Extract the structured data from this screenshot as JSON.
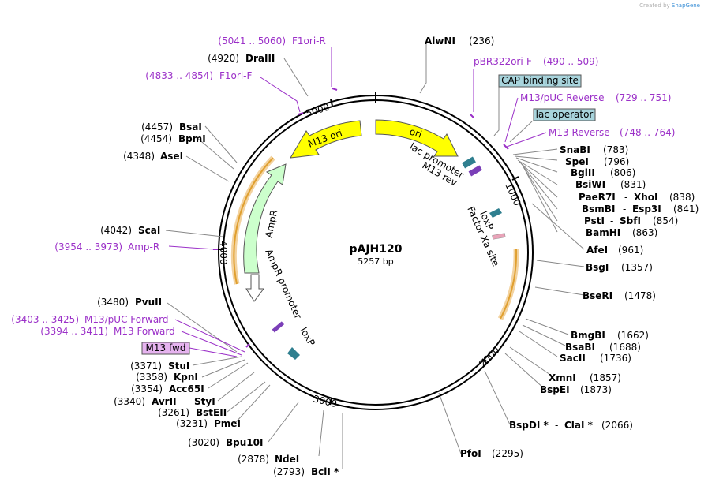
{
  "credit": {
    "prefix": "Created by",
    "brand": "SnapGene"
  },
  "plasmid": {
    "name": "pAJH120",
    "length": "5257 bp"
  },
  "ruler": [
    "1000",
    "2000",
    "3000",
    "4000",
    "5000"
  ],
  "colors": {
    "backbone": "#000000",
    "feature_label": "#9b30c8",
    "ori": "#ffff00",
    "ampr": "#ccffcc",
    "orf": "#f0c080",
    "lox": "#2f7f8f"
  },
  "sites": [
    {
      "id": "alwni",
      "name": "AlwNI",
      "pos": "(236)"
    },
    {
      "id": "snabi",
      "name": "SnaBI",
      "pos": "(783)"
    },
    {
      "id": "spei",
      "name": "SpeI",
      "pos": "(796)"
    },
    {
      "id": "bglii",
      "name": "BglII",
      "pos": "(806)"
    },
    {
      "id": "bsiwi",
      "name": "BsiWI",
      "pos": "(831)"
    },
    {
      "id": "paer7i",
      "name": "PaeR7I",
      "name2": "XhoI",
      "pos": "(838)"
    },
    {
      "id": "bsmbi",
      "name": "BsmBI",
      "name2": "Esp3I",
      "pos": "(841)"
    },
    {
      "id": "psti",
      "name": "PstI",
      "name2": "SbfI",
      "pos": "(854)"
    },
    {
      "id": "bamhi",
      "name": "BamHI",
      "pos": "(863)"
    },
    {
      "id": "afei",
      "name": "AfeI",
      "pos": "(961)"
    },
    {
      "id": "bsgi",
      "name": "BsgI",
      "pos": "(1357)"
    },
    {
      "id": "bseri",
      "name": "BseRI",
      "pos": "(1478)"
    },
    {
      "id": "bmgbi",
      "name": "BmgBI",
      "pos": "(1662)"
    },
    {
      "id": "bsabi",
      "name": "BsaBI",
      "pos": "(1688)"
    },
    {
      "id": "sacii",
      "name": "SacII",
      "pos": "(1736)"
    },
    {
      "id": "xmni",
      "name": "XmnI",
      "pos": "(1857)"
    },
    {
      "id": "bspei",
      "name": "BspEI",
      "pos": "(1873)"
    },
    {
      "id": "bspdi",
      "name": "BspDI *",
      "name2": "ClaI *",
      "pos": "(2066)"
    },
    {
      "id": "pfoi",
      "name": "PfoI",
      "pos": "(2295)"
    },
    {
      "id": "bcli",
      "name": "BclI *",
      "pos": "(2793)"
    },
    {
      "id": "ndei",
      "name": "NdeI",
      "pos": "(2878)"
    },
    {
      "id": "bpu10i",
      "name": "Bpu10I",
      "pos": "(3020)"
    },
    {
      "id": "pmei",
      "name": "PmeI",
      "pos": "(3231)"
    },
    {
      "id": "bsteii",
      "name": "BstEII",
      "pos": "(3261)"
    },
    {
      "id": "avrii",
      "name": "AvrII",
      "name2": "StyI",
      "pos": "(3340)"
    },
    {
      "id": "acc65i",
      "name": "Acc65I",
      "pos": "(3354)"
    },
    {
      "id": "kpni",
      "name": "KpnI",
      "pos": "(3358)"
    },
    {
      "id": "stui",
      "name": "StuI",
      "pos": "(3371)"
    },
    {
      "id": "pvuii",
      "name": "PvuII",
      "pos": "(3480)"
    },
    {
      "id": "scai",
      "name": "ScaI",
      "pos": "(4042)"
    },
    {
      "id": "asei",
      "name": "AseI",
      "pos": "(4348)"
    },
    {
      "id": "bpmi",
      "name": "BpmI",
      "pos": "(4454)"
    },
    {
      "id": "bsai",
      "name": "BsaI",
      "pos": "(4457)"
    },
    {
      "id": "draiii",
      "name": "DraIII",
      "pos": "(4920)"
    }
  ],
  "primers": [
    {
      "id": "f1ori-r",
      "name": "F1ori-R",
      "range": "(5041 .. 5060)"
    },
    {
      "id": "f1ori-f",
      "name": "F1ori-F",
      "range": "(4833 .. 4854)"
    },
    {
      "id": "pbr322ori-f",
      "name": "pBR322ori-F",
      "range": "(490 .. 509)"
    },
    {
      "id": "m13puc-rev",
      "name": "M13/pUC Reverse",
      "range": "(729 .. 751)"
    },
    {
      "id": "m13-rev",
      "name": "M13 Reverse",
      "range": "(748 .. 764)"
    },
    {
      "id": "amp-r",
      "name": "Amp-R",
      "range": "(3954 .. 3973)"
    },
    {
      "id": "m13puc-fwd",
      "name": "M13/pUC Forward",
      "range": "(3403 .. 3425)"
    },
    {
      "id": "m13-fwd",
      "name": "M13 Forward",
      "range": "(3394 .. 3411)"
    }
  ],
  "boxed": [
    {
      "id": "cap",
      "label": "CAP binding site"
    },
    {
      "id": "lacop",
      "label": "lac operator"
    },
    {
      "id": "m13fwd",
      "label": "M13 fwd"
    }
  ],
  "features": {
    "ori": "ori",
    "m13ori": "M13 ori",
    "ampr": "AmpR",
    "ampr_promoter": "AmpR promoter",
    "lac_promoter": "lac promoter",
    "m13_rev": "M13 rev",
    "loxp1": "loxP",
    "loxp2": "loxP",
    "factor_xa": "Factor Xa site"
  }
}
